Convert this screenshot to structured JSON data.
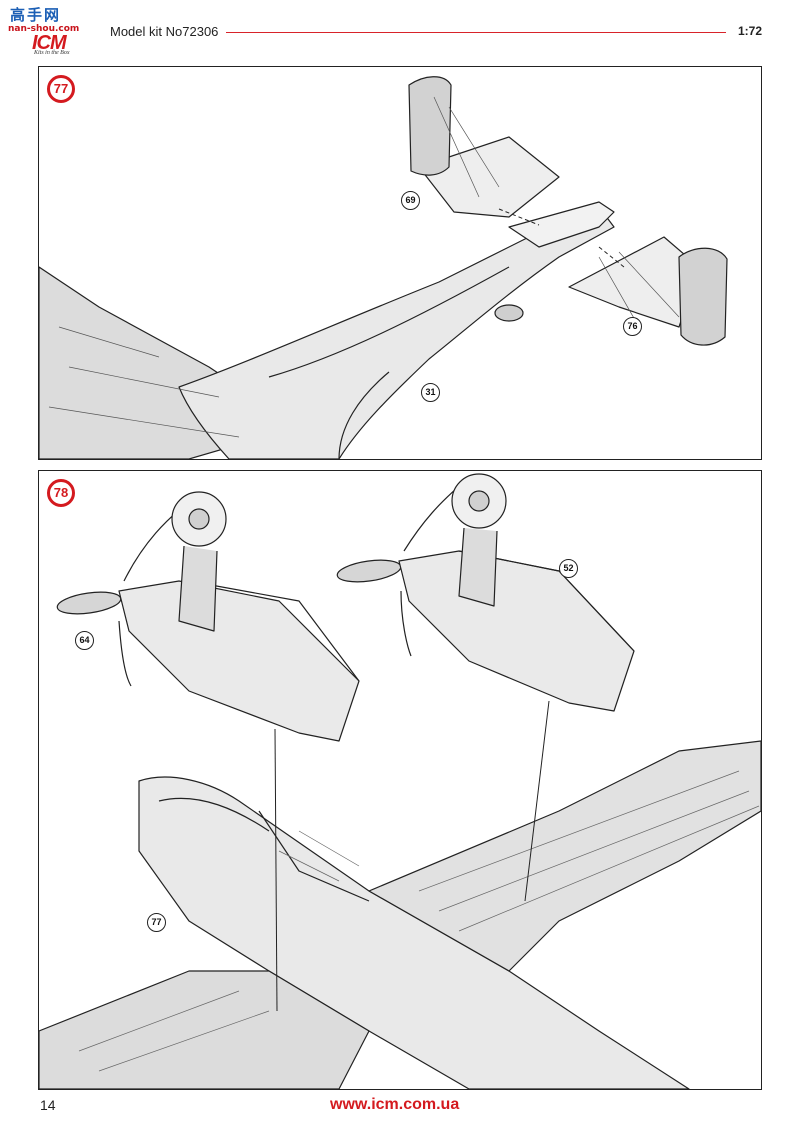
{
  "header": {
    "logo_cn": "高手网",
    "logo_site": "nan-shou.com",
    "logo_brand": "ICM",
    "logo_tagline": "Kits in the Box",
    "kit_title": "Model kit No72306",
    "scale": "1:72"
  },
  "steps": [
    {
      "number": "77",
      "parts": [
        "69",
        "76",
        "31"
      ]
    },
    {
      "number": "78",
      "parts": [
        "64",
        "52",
        "77"
      ]
    }
  ],
  "footer": {
    "page_number": "14",
    "website": "www.icm.com.ua"
  },
  "colors": {
    "accent": "#d41a1f",
    "line": "#222222",
    "shade": "#d9d9d9"
  }
}
